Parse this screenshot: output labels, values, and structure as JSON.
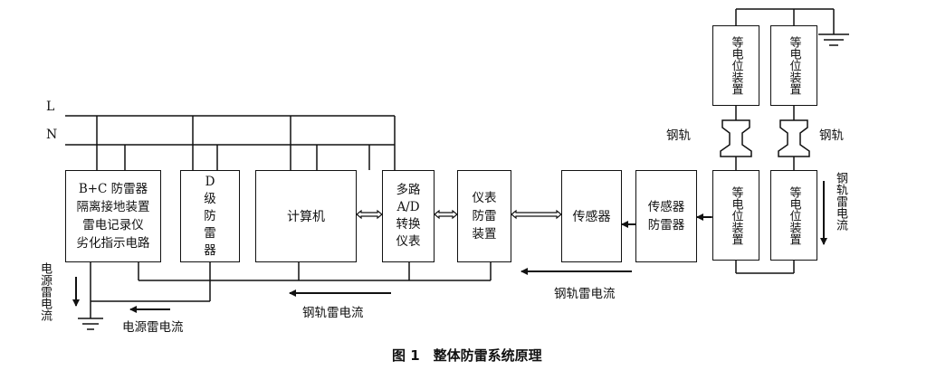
{
  "labels": {
    "L": "L",
    "N": "N",
    "rail_left": "钢轨",
    "rail_right": "钢轨",
    "rail_current_right": "钢轨雷电流",
    "rail_current_bottom_right": "钢轨雷电流",
    "rail_current_bottom_mid": "钢轨雷电流",
    "power_current_side": "电源雷电流",
    "power_current_bottom": "电源雷电流"
  },
  "boxes": {
    "bc": [
      "B+C 防雷器",
      "隔离接地装置",
      "雷电记录仪",
      "劣化指示电路"
    ],
    "d": [
      "D",
      "级",
      "防",
      "雷",
      "器"
    ],
    "computer": [
      "计算机"
    ],
    "ad": [
      "多路",
      "A/D",
      "转换",
      "仪表"
    ],
    "instr": [
      "仪表",
      "防雷",
      "装置"
    ],
    "sensor": [
      "传感器"
    ],
    "sensor_prot": [
      "传感器",
      "防雷器"
    ],
    "eq_top_left": "等电位装置",
    "eq_top_right": "等电位装置",
    "eq_bot_left": "等电位装置",
    "eq_bot_right": "等电位装置"
  },
  "caption": "图 1　整体防雷系统原理"
}
